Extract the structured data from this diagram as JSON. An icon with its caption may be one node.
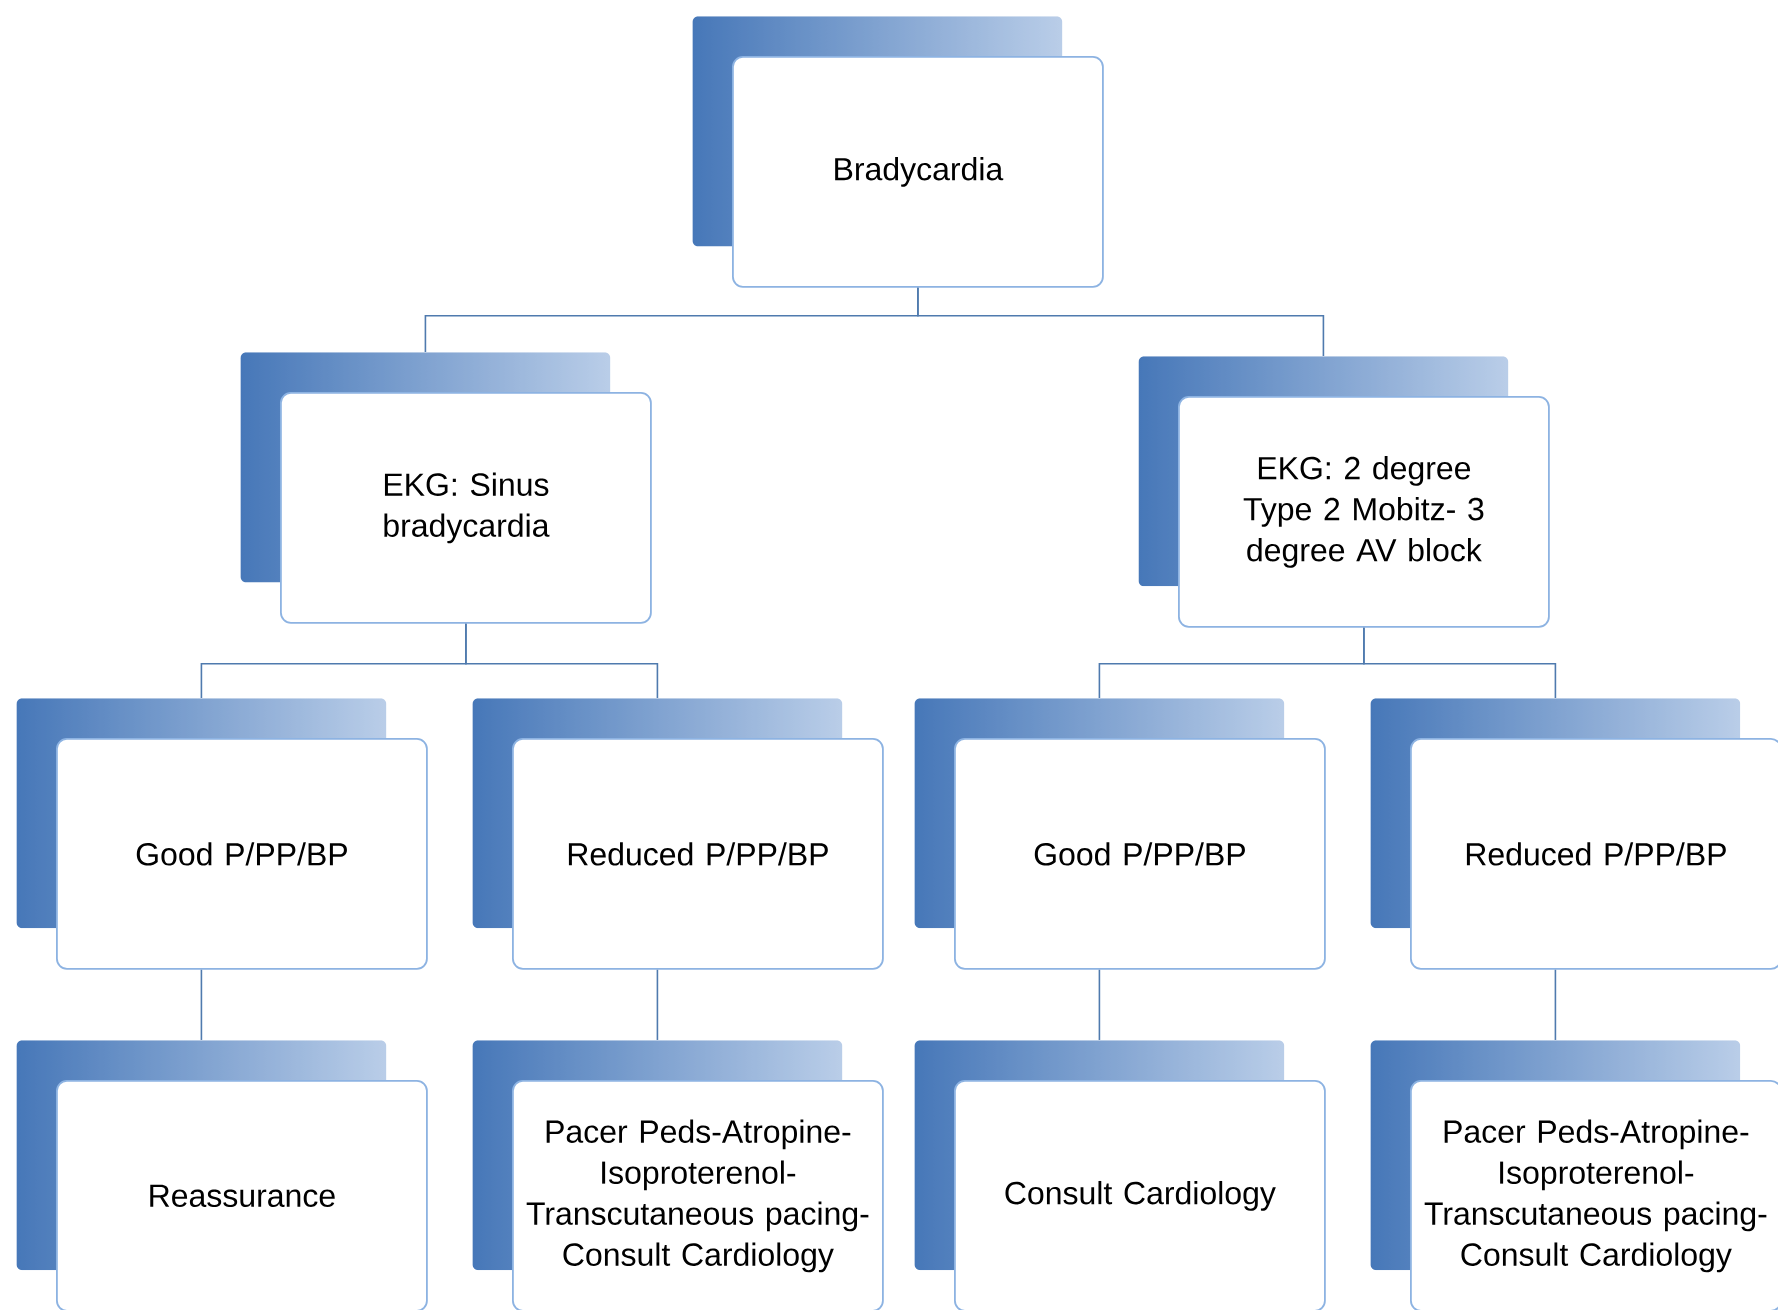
{
  "diagram": {
    "nodes": [
      {
        "text": [
          "Bradycardia"
        ]
      },
      {
        "text": [
          "EKG: Sinus bradycardia"
        ]
      },
      {
        "text": [
          "EKG: 2 degree Type 2 Mobitz- 3 degree AV block"
        ]
      },
      {
        "text": [
          "Good P/PP/BP"
        ]
      },
      {
        "text": [
          "Reduced P/PP/BP"
        ]
      },
      {
        "text": [
          "Good P/PP/BP"
        ]
      },
      {
        "text": [
          "Reduced P/PP/BP"
        ]
      },
      {
        "text": [
          "Reassurance"
        ]
      },
      {
        "text": [
          "Pacer Peds-Atropine-Isoproterenol-Transcutaneous pacing-Consult Cardiology"
        ]
      },
      {
        "text": [
          "Consult Cardiology"
        ]
      },
      {
        "text": [
          "Pacer Peds-Atropine-Isoproterenol-Transcutaneous pacing-Consult Cardiology"
        ]
      }
    ],
    "edges": [
      {
        "from": 0,
        "to": 1,
        "arrow": "none"
      },
      {
        "from": 0,
        "to": 2,
        "arrow": "none"
      },
      {
        "from": 1,
        "to": 3,
        "arrow": "none"
      },
      {
        "from": 1,
        "to": 4,
        "arrow": "none"
      },
      {
        "from": 2,
        "to": 5,
        "arrow": "none"
      },
      {
        "from": 2,
        "to": 6,
        "arrow": "none"
      },
      {
        "from": 3,
        "to": 7,
        "arrow": "none"
      },
      {
        "from": 4,
        "to": 8,
        "arrow": "none"
      },
      {
        "from": 5,
        "to": 9,
        "arrow": "none"
      },
      {
        "from": 6,
        "to": 10,
        "arrow": "none"
      }
    ]
  }
}
